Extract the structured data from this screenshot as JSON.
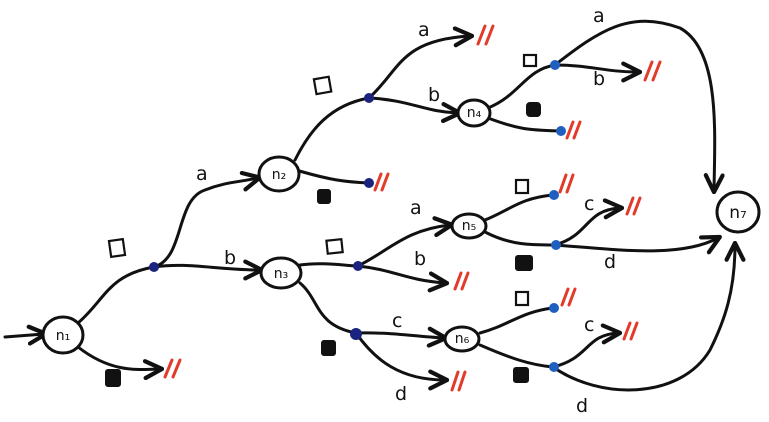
{
  "nodes": {
    "n1": "n₁",
    "n2": "n₂",
    "n3": "n₃",
    "n4": "n₄",
    "n5": "n₅",
    "n6": "n₆",
    "n7": "n₇"
  },
  "edge_labels": {
    "a": "a",
    "b": "b",
    "c": "c",
    "d": "d"
  },
  "colors": {
    "ink": "#111111",
    "dark_dot": "#1a237e",
    "blue_dot": "#1f5fbf",
    "cut": "#e23b2a"
  }
}
